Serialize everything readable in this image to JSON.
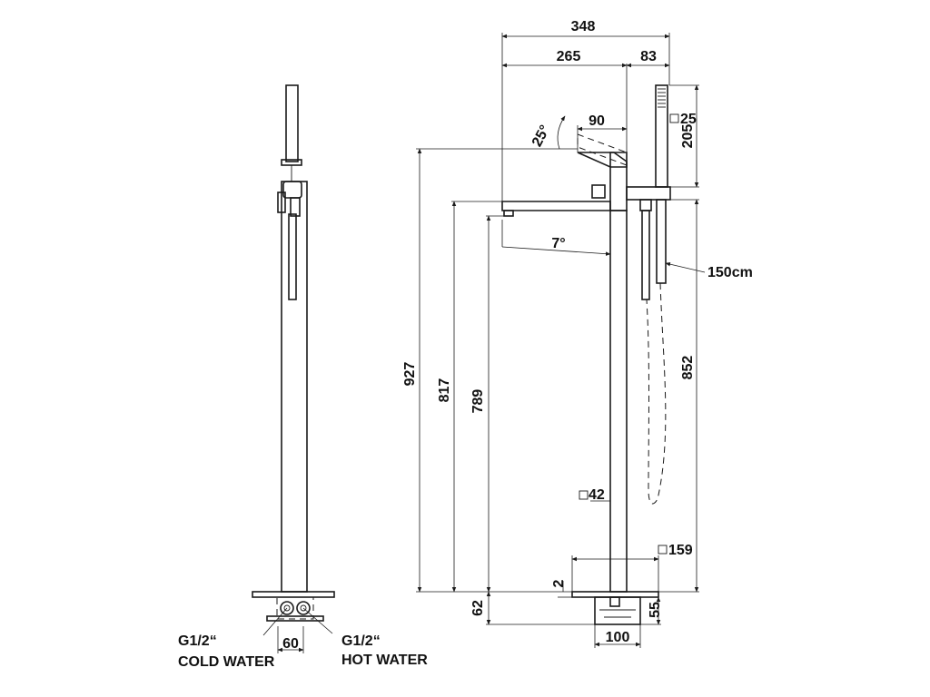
{
  "dimensions": {
    "overall_width": "348",
    "spout_reach": "265",
    "handshower_offset": "83",
    "lever_width": "90",
    "lever_angle": "25°",
    "spout_angle": "7°",
    "handshower_square": "25",
    "handshower_height": "205",
    "hose_length": "150cm",
    "total_height": "927",
    "spout_top_height": "817",
    "spout_outlet_height": "789",
    "column_square": "42",
    "base_square": "159",
    "base_gap": "2",
    "floor_depth": "62",
    "box_depth": "55",
    "box_width": "100",
    "handshower_holder_height": "852",
    "inlet_spacing": "60"
  },
  "connections": {
    "cold_thread": "G1/2“",
    "cold_label": "COLD WATER",
    "hot_thread": "G1/2“",
    "hot_label": "HOT WATER"
  }
}
